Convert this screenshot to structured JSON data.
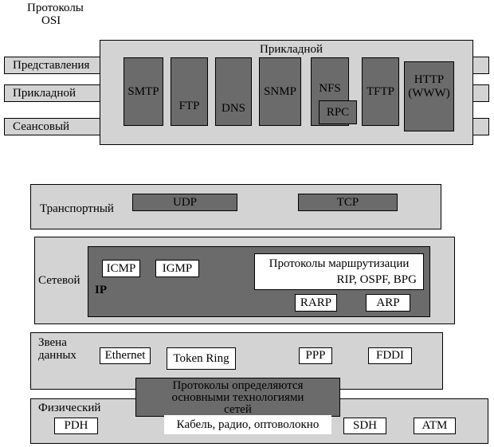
{
  "osi_title": [
    "Протоколы",
    "OSI"
  ],
  "left_layers": [
    "Представления",
    "Прикладной",
    "Сеансовый"
  ],
  "application": {
    "label": "Прикладной",
    "protocols": {
      "smtp": "SMTP",
      "ftp": "FTP",
      "dns": "DNS",
      "snmp": "SNMP",
      "nfs": "NFS",
      "rpc": "RPC",
      "tftp": "TFTP",
      "http": [
        "HTTP",
        "(WWW)"
      ]
    }
  },
  "transport": {
    "label": "Транспортный",
    "protocols": [
      "UDP",
      "TCP"
    ]
  },
  "network": {
    "label": "Сетевой",
    "ip": "IP",
    "icmp": "ICMP",
    "igmp": "IGMP",
    "routing": [
      "Протоколы маршрутизации",
      "RIP, OSPF, BPG"
    ],
    "rarp": "RARP",
    "arp": "ARP"
  },
  "datalink": {
    "label": [
      "Звена",
      "данных"
    ],
    "protocols": [
      "Ethernet",
      "Token Ring",
      "PPP",
      "FDDI"
    ]
  },
  "technologies_note": [
    "Протоколы определяются",
    "основными технологиями",
    "сетей"
  ],
  "physical": {
    "label": "Физический",
    "protocols": [
      "PDH",
      "SDH",
      "ATM"
    ],
    "media": "Кабель, радио, оптоволокно"
  },
  "colors": {
    "layer": "#d3d3d3",
    "dark": "#6b6b6b",
    "white": "#ffffff"
  }
}
